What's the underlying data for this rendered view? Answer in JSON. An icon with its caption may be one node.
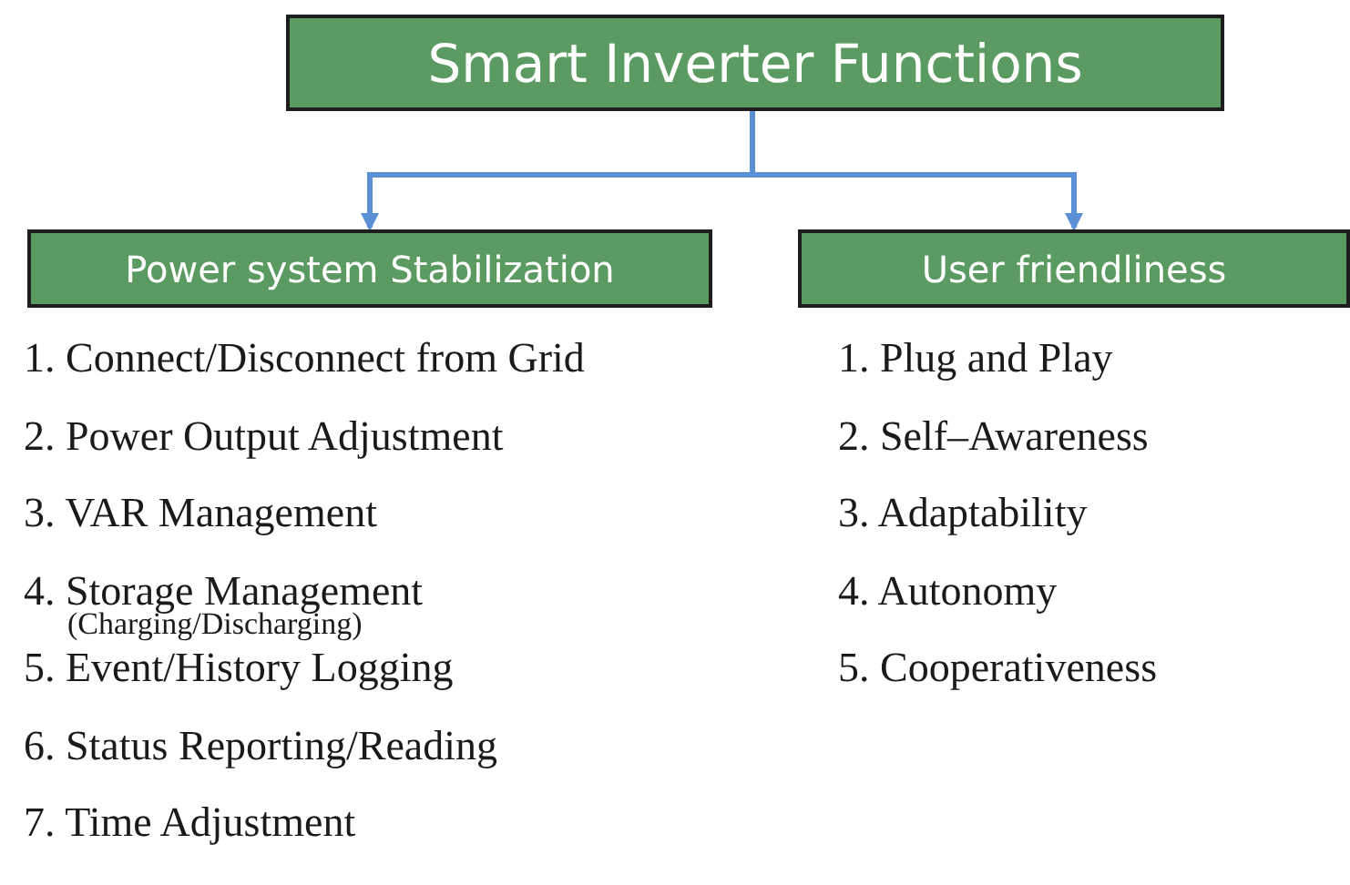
{
  "diagram": {
    "nodes": [
      {
        "text": [
          "Smart Inverter Functions"
        ]
      },
      {
        "text": [
          "Power system Stabilization"
        ],
        "beside": [
          "1. Connect/Disconnect from Grid",
          "2. Power Output Adjustment",
          "3. VAR Management",
          "4. Storage Management",
          "(Charging/Discharging)",
          "5. Event/History Logging",
          "6. Status Reporting/Reading",
          "7. Time Adjustment"
        ]
      },
      {
        "text": [
          "User friendliness"
        ],
        "beside": [
          "1. Plug and Play",
          "2. Self–Awareness",
          "3. Adaptability",
          "4. Autonomy",
          "5. Cooperativeness"
        ]
      }
    ],
    "edges": [
      {
        "from": 0,
        "to": 1,
        "arrow": "to"
      },
      {
        "from": 0,
        "to": 2,
        "arrow": "to"
      }
    ]
  }
}
